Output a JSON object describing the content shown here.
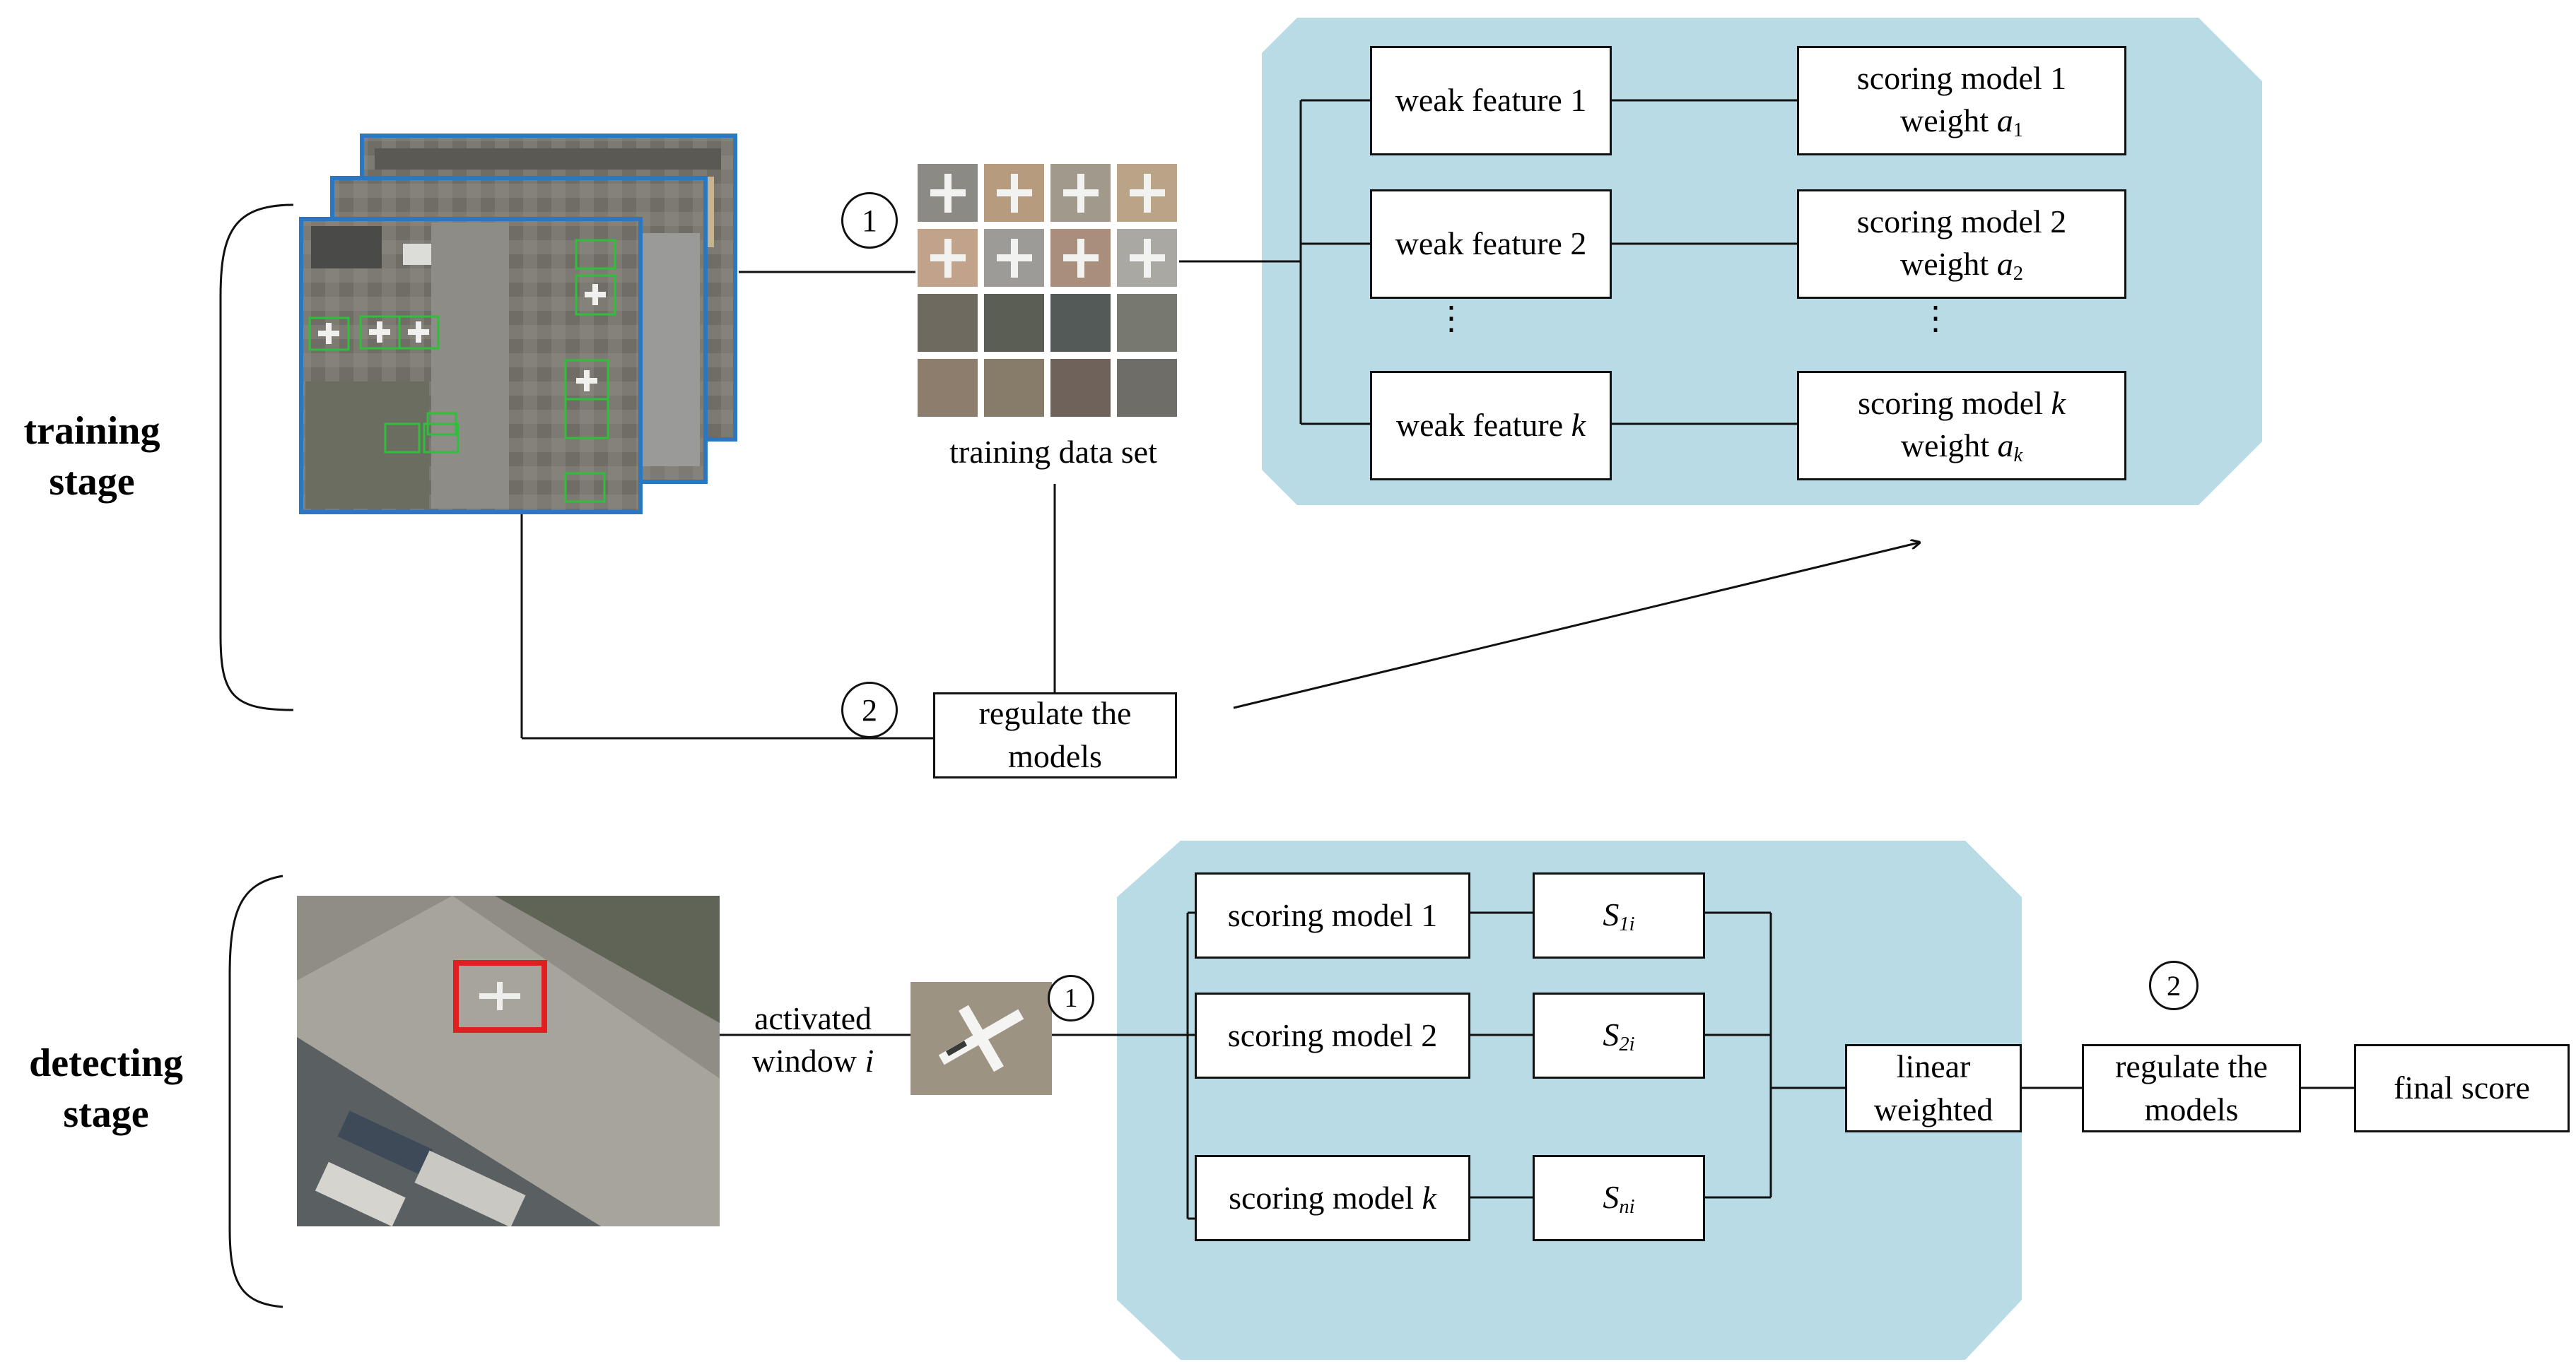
{
  "training": {
    "label_line1": "training",
    "label_line2": "stage",
    "dataset_caption": "training data set",
    "circle1": "1",
    "circle2": "2",
    "regulate_line1": "regulate the",
    "regulate_line2": "models",
    "features": [
      {
        "prefix": "weak feature ",
        "suffix": "1",
        "suffix_italic": false
      },
      {
        "prefix": "weak feature ",
        "suffix": "2",
        "suffix_italic": false
      },
      {
        "prefix": "weak feature ",
        "suffix": "k",
        "suffix_italic": true
      }
    ],
    "models": [
      {
        "title_prefix": "scoring model ",
        "title_suffix": "1",
        "title_italic": false,
        "weight_prefix": "weight ",
        "weight_var": "a",
        "weight_sub": "1"
      },
      {
        "title_prefix": "scoring model ",
        "title_suffix": "2",
        "title_italic": false,
        "weight_prefix": "weight ",
        "weight_var": "a",
        "weight_sub": "2"
      },
      {
        "title_prefix": "scoring model ",
        "title_suffix": "k",
        "title_italic": true,
        "weight_prefix": "weight ",
        "weight_var": "a",
        "weight_sub": "k"
      }
    ],
    "ellipsis": "⋮"
  },
  "detecting": {
    "label_line1": "detecting",
    "label_line2": "stage",
    "activated_line1": "activated",
    "activated_line2_prefix": "window ",
    "activated_line2_var": "i",
    "circle1": "1",
    "circle2": "2",
    "models": [
      {
        "prefix": "scoring model ",
        "suffix": "1",
        "suffix_italic": false
      },
      {
        "prefix": "scoring model ",
        "suffix": "2",
        "suffix_italic": false
      },
      {
        "prefix": "scoring model ",
        "suffix": "k",
        "suffix_italic": true
      }
    ],
    "scores": [
      {
        "var": "S",
        "sub": "1i"
      },
      {
        "var": "S",
        "sub": "2i"
      },
      {
        "var": "S",
        "sub": "ni"
      }
    ],
    "linear_line1": "linear",
    "linear_line2": "weighted",
    "regulate_line1": "regulate the",
    "regulate_line2": "models",
    "final": "final score"
  },
  "colors": {
    "panel": "#b8dbe6",
    "image_border": "#2b78c2",
    "detect_box": "#e02020",
    "green_box": "#2fbf3a"
  }
}
